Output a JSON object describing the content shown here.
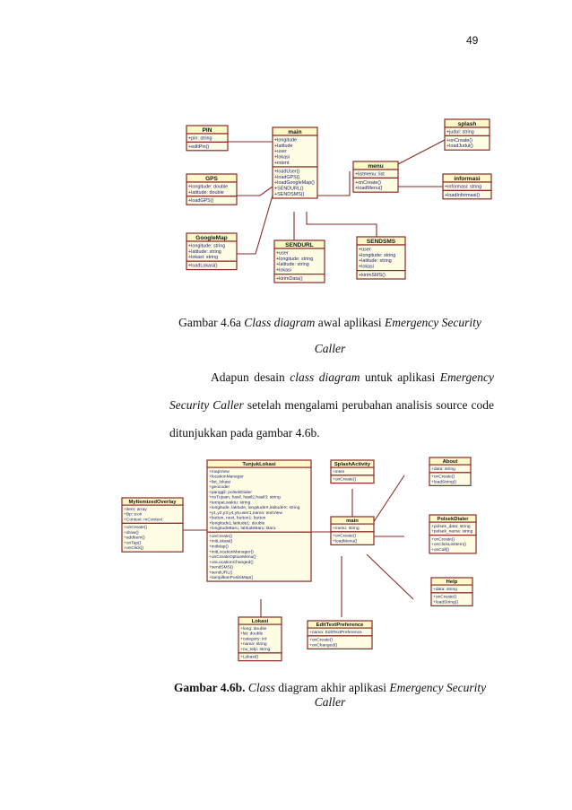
{
  "page_number": "49",
  "diagram1": {
    "classes": [
      {
        "id": "pin",
        "title": "PIN",
        "attrs": [
          "+pin: string"
        ],
        "ops": [
          "+editPin()"
        ]
      },
      {
        "id": "main",
        "title": "main",
        "attrs": [
          "+longitude",
          "+latitude",
          "+user",
          "+lokasi",
          "+intent"
        ],
        "ops": [
          "+loadUser()",
          "+loadGPS()",
          "+loadGoogleMap()",
          "+SENDURL()",
          "+SENDSMS()"
        ]
      },
      {
        "id": "splash",
        "title": "splash",
        "attrs": [
          "+judul: string"
        ],
        "ops": [
          "+onCreate()",
          "+loadJudul()"
        ]
      },
      {
        "id": "menu",
        "title": "menu",
        "attrs": [
          "+listmenu: list"
        ],
        "ops": [
          "+onCreate()",
          "+loadMenu()"
        ]
      },
      {
        "id": "gps",
        "title": "GPS",
        "attrs": [
          "+longitude: double",
          "+latitude: double"
        ],
        "ops": [
          "+loadGPS()"
        ]
      },
      {
        "id": "informasi",
        "title": "informasi",
        "attrs": [
          "+informasi: string"
        ],
        "ops": [
          "+loadInformasi()"
        ]
      },
      {
        "id": "googlemap",
        "title": "GoogleMap",
        "attrs": [
          "+longitude: string",
          "+latitude: string",
          "+lokasi: string"
        ],
        "ops": [
          "+loadLokasi()"
        ]
      },
      {
        "id": "sendurl",
        "title": "SENDURL",
        "attrs": [
          "+user",
          "+longitude: string",
          "+latitude: string",
          "+lokasi"
        ],
        "ops": [
          "+kirimData()"
        ]
      },
      {
        "id": "sendsms",
        "title": "SENDSMS",
        "attrs": [
          "+user",
          "+longitude: string",
          "+latitude: string",
          "+lokasi"
        ],
        "ops": [
          "+kirimSMS()"
        ]
      }
    ]
  },
  "caption1": {
    "prefix": "Gambar 4.6a ",
    "italic1": "Class diagram",
    "middle": " awal aplikasi ",
    "italic2": "Emergency Security",
    "line2": "Caller"
  },
  "paragraph": {
    "line1_a": "Adapun  desain  ",
    "line1_i": "class  diagram",
    "line1_b": "  untuk  aplikasi  ",
    "line1_i2": "Emergency",
    "line2_i": "Security Caller",
    "line2_b": " setelah mengalami perubahan analisis source code",
    "line3": "ditunjukkan pada gambar 4.6b."
  },
  "diagram2": {
    "classes": [
      {
        "id": "tunjuk",
        "title": "TunjukLokasi",
        "attrs": [
          "+mapView",
          "+locationManager",
          "+list_lokasi",
          "+geocoder",
          "+panggil: polsekDialer",
          "+noTujuan, hasil, hasil2,hasil3: string",
          "+tempat,waktu: string",
          "+longitude, latitude, longitudeX,latitudeX: string",
          "+y1,y2,y3,y4,y5,user1,nama: textView",
          "+button, next, button1: button",
          "+longitude1,latitude1: double",
          "+longitudeBaru, latitudeBaru: Baru"
        ],
        "ops": [
          "+onCreate()",
          "+initLokasi()",
          "+initMap()",
          "+initLocationManager()",
          "+onCreateOptionMenu()",
          "+onLocationChanged()",
          "+sendSMS()",
          "+sendURL()",
          "+tampilkanPosisiMap()"
        ]
      },
      {
        "id": "splashact",
        "title": "SplashActivity",
        "attrs": [
          "+inten"
        ],
        "ops": [
          "+onCreate()"
        ]
      },
      {
        "id": "about",
        "title": "About",
        "attrs": [
          "+data: string"
        ],
        "ops": [
          "+onCreate()",
          "+loadString()"
        ]
      },
      {
        "id": "overlay",
        "title": "MyItemizedOverlay",
        "attrs": [
          "+item: array",
          "+Bp: icon",
          "+Context: mContext"
        ],
        "ops": [
          "+onCreate()",
          "+draw()",
          "+addItem()",
          "+onTap()",
          "+onClick()"
        ]
      },
      {
        "id": "main2",
        "title": "main",
        "attrs": [
          "+menu: string"
        ],
        "ops": [
          "+onCreate()",
          "+loadMenu()"
        ]
      },
      {
        "id": "polsek",
        "title": "PolsekDialer",
        "attrs": [
          "+polsek_data: string",
          "+polsek_nama: string"
        ],
        "ops": [
          "+onCreate()",
          "+onClickListItem()",
          "+onCall()"
        ]
      },
      {
        "id": "help",
        "title": "Help",
        "attrs": [
          "+data: string"
        ],
        "ops": [
          "+onCreate()",
          "+loadString()"
        ]
      },
      {
        "id": "lokasi",
        "title": "Lokasi",
        "attrs": [
          "+long: double",
          "+lat: double",
          "+category: int",
          "+nama: string",
          "+no_telp: string"
        ],
        "ops": [
          "+Lokasi()"
        ]
      },
      {
        "id": "edittext",
        "title": "EditTextPreference",
        "attrs": [
          "+nama: EditTextPreference"
        ],
        "ops": [
          "+onCreate()",
          "+onChanged()"
        ]
      }
    ]
  },
  "caption2": {
    "bold": "Gambar 4.6b.",
    "italic1": " Class",
    "middle": " diagram akhir aplikasi  ",
    "italic2": "Emergency Security",
    "line2": "Caller"
  }
}
